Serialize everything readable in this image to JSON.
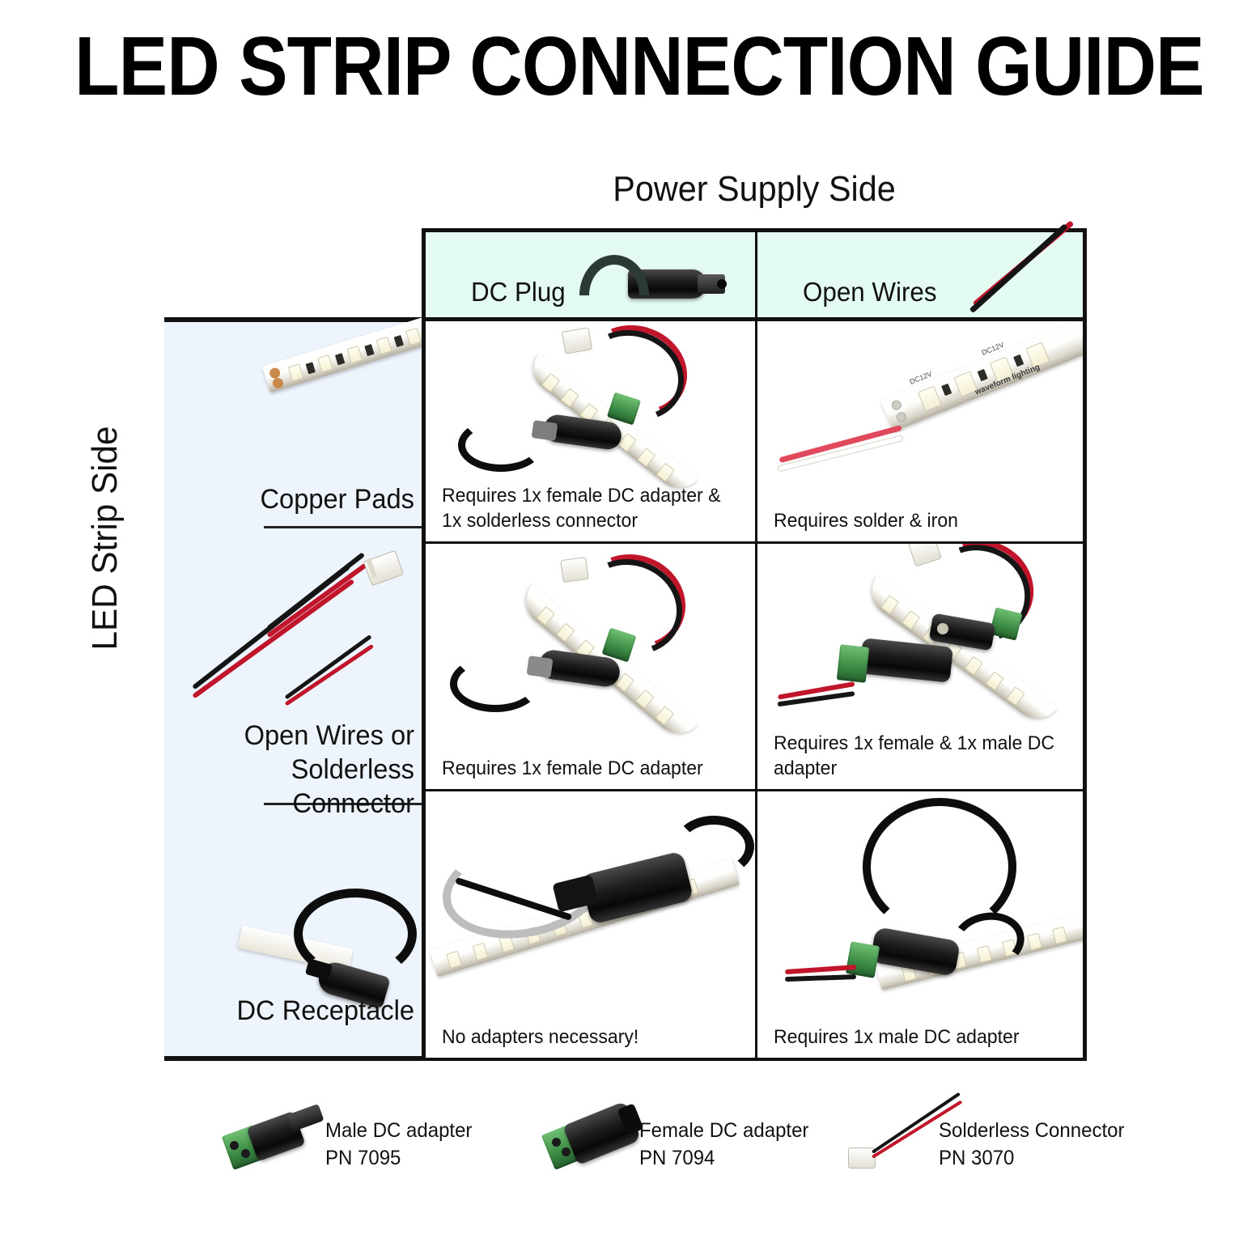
{
  "title": "LED STRIP CONNECTION GUIDE",
  "axes": {
    "top_title": "Power Supply Side",
    "left_title": "LED Strip Side"
  },
  "colors": {
    "header_bg": "#E4FBF2",
    "left_col_bg": "#EEF4FC",
    "border": "#111111",
    "wire_red": "#C0152A",
    "wire_black": "#151515",
    "terminal_green": "#3F8F49",
    "watermark": "#F1F1F1"
  },
  "columns": [
    {
      "id": "dc-plug",
      "label": "DC Plug",
      "icon": "dc-plug-photo"
    },
    {
      "id": "open-wires",
      "label": "Open Wires",
      "icon": "open-wires-photo"
    }
  ],
  "rows": [
    {
      "id": "copper-pads",
      "label": "Copper Pads",
      "icon": "led-strip-copper-pads-photo"
    },
    {
      "id": "open-wires-or-solderless",
      "label": "Open Wires or\nSolderless Connector",
      "icon": "open-wires-solderless-photo"
    },
    {
      "id": "dc-receptacle",
      "label": "DC Receptacle",
      "icon": "dc-receptacle-photo"
    }
  ],
  "cells": [
    {
      "row": "copper-pads",
      "column": "dc-plug",
      "caption": "Requires 1x female DC adapter &\n1x solderless connector"
    },
    {
      "row": "copper-pads",
      "column": "open-wires",
      "caption": "Requires solder & iron"
    },
    {
      "row": "open-wires-or-solderless",
      "column": "dc-plug",
      "caption": "Requires 1x female DC adapter"
    },
    {
      "row": "open-wires-or-solderless",
      "column": "open-wires",
      "caption": "Requires 1x female & 1x male DC adapter"
    },
    {
      "row": "dc-receptacle",
      "column": "dc-plug",
      "caption": "No adapters necessary!"
    },
    {
      "row": "dc-receptacle",
      "column": "open-wires",
      "caption": "Requires 1x male DC adapter"
    }
  ],
  "strip_markings": {
    "voltage": "DC12V",
    "brand": "waveform lighting"
  },
  "legend": [
    {
      "id": "male-dc-adapter",
      "name": "Male DC adapter",
      "part": "PN 7095",
      "text": "Male DC adapter\nPN 7095"
    },
    {
      "id": "female-dc-adapter",
      "name": "Female DC adapter",
      "part": "PN 7094",
      "text": "Female DC adapter\nPN 7094"
    },
    {
      "id": "solderless-connector",
      "name": "Solderless Connector",
      "part": "PN 3070",
      "text": "Solderless Connector\nPN 3070"
    }
  ]
}
